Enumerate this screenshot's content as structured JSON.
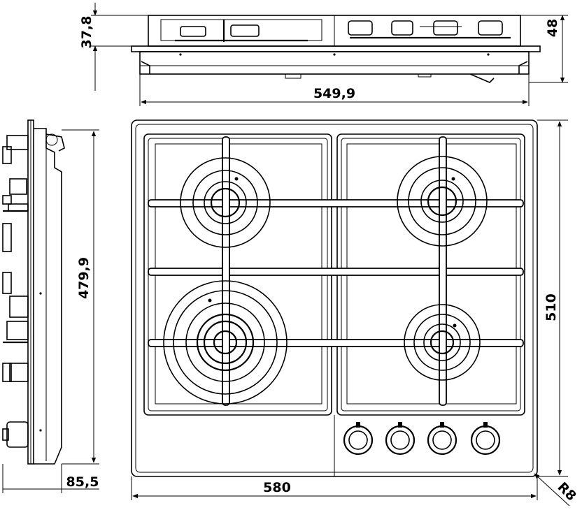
{
  "dimensions": {
    "front_height": "37,8",
    "front_total_height": "48",
    "front_width": "549,9",
    "side_depth": "479,9",
    "side_thickness": "85,5",
    "top_width": "580",
    "top_depth": "510",
    "corner_radius": "R8"
  },
  "views": {
    "front": {
      "burners": 4
    },
    "side": {},
    "top": {
      "burners": 4,
      "knobs": 4
    }
  }
}
